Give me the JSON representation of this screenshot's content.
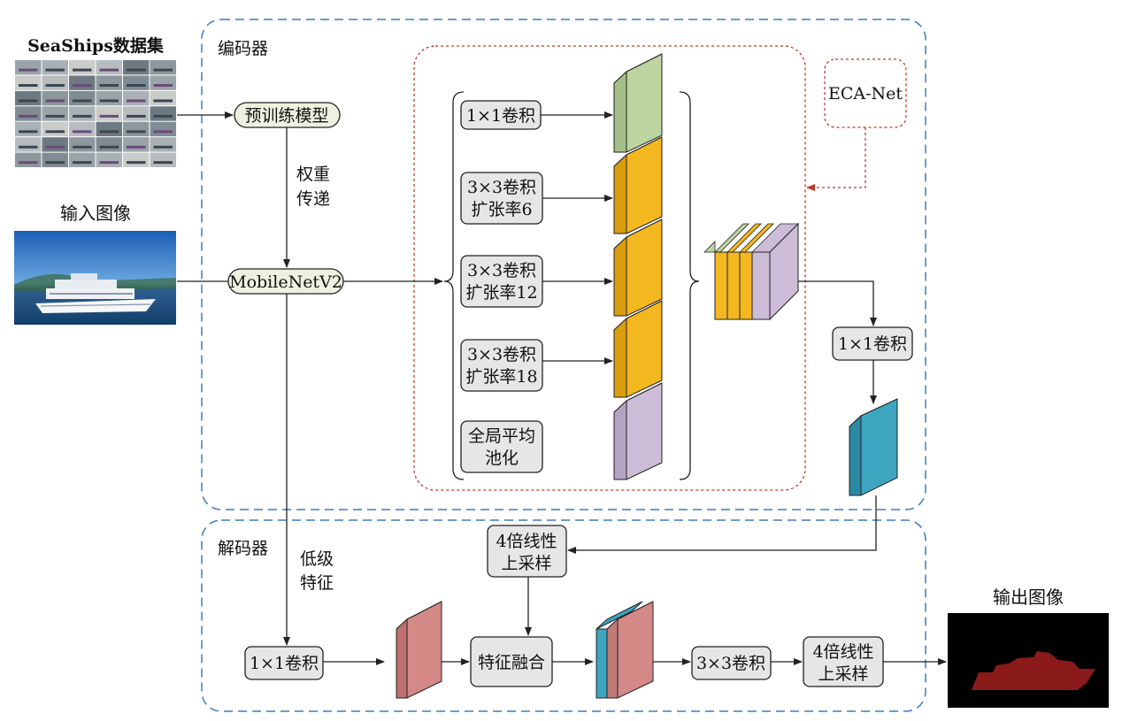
{
  "labels": {
    "encoder": "编码器",
    "decoder": "解码器",
    "dataset": "SeaShips数据集",
    "input_image": "输入图像",
    "output_image": "输出图像",
    "pretrain": "预训练模型",
    "weight_line1": "权重",
    "weight_line2": "传递",
    "backbone": "MobileNetV2",
    "low_line1": "低级",
    "low_line2": "特征",
    "eca": "ECA-Net"
  },
  "aspp": {
    "conv1x1": "1×1卷积",
    "b2_line1": "3×3卷积",
    "b2_line2": "扩张率6",
    "b3_line1": "3×3卷积",
    "b3_line2": "扩张率12",
    "b4_line1": "3×3卷积",
    "b4_line2": "扩张率18",
    "pool_line1": "全局平均",
    "pool_line2": "池化"
  },
  "encoder_post": {
    "conv1x1": "1×1卷积"
  },
  "decoder_blocks": {
    "up4_top_line1": "4倍线性",
    "up4_top_line2": "上采样",
    "low_conv": "1×1卷积",
    "fusion": "特征融合",
    "conv3x3": "3×3卷积",
    "up4_out_line1": "4倍线性",
    "up4_out_line2": "上采样"
  },
  "colors": {
    "green": "#bcd4a0",
    "orange": "#f3b720",
    "lavender": "#cdbcd7",
    "teal": "#3ea5c1",
    "pink": "#d48986",
    "encoder_border": "#3d7cc2",
    "aspp_border": "#c0392b"
  }
}
